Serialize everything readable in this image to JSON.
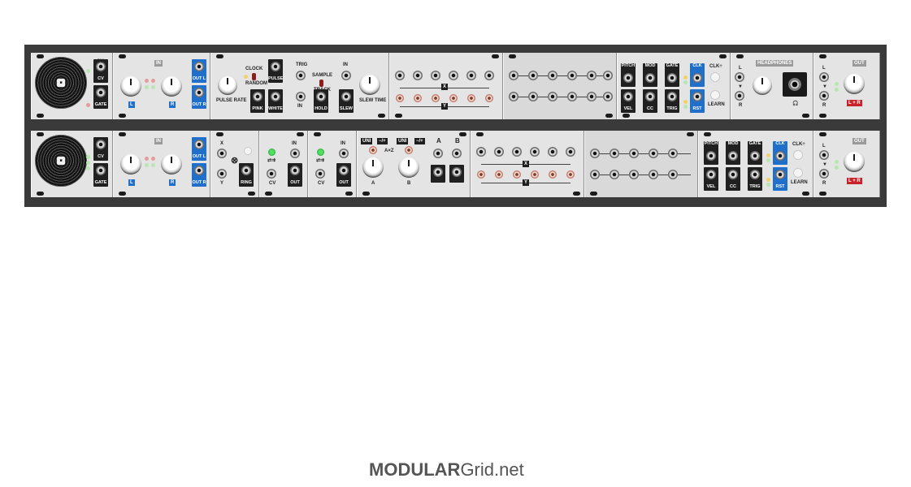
{
  "footer": {
    "brand_bold": "MODULAR",
    "brand_rest": "Grid.net"
  },
  "labels": {
    "cv": "CV",
    "gate": "GATE",
    "in": "IN",
    "out": "OUT",
    "l": "L",
    "r": "R",
    "out_l": "OUT L",
    "out_r": "OUT R",
    "pulse_rate": "PULSE RATE",
    "clock": "CLOCK",
    "random": "RANDOM",
    "pulse": "PULSE",
    "pink": "PINK",
    "white": "WHITE",
    "trig": "TRIG",
    "sample": "SAMPLE",
    "track": "TRACK",
    "hold": "HOLD",
    "slew": "SLEW",
    "slew_time": "SLEW TIME",
    "x": "X",
    "y": "Y",
    "pitch": "PITCH",
    "mod": "MOD",
    "vel": "VEL",
    "cc": "CC",
    "clk": "CLK",
    "rst": "RST",
    "clk_plus": "CLK÷",
    "learn": "LEARN",
    "headphones": "HEADPHONES",
    "l_plus_r": "L + R",
    "ring": "RING",
    "a": "A",
    "b": "B",
    "uni": "UNI",
    "pm5": "−/+",
    "axb": "A×Z"
  }
}
